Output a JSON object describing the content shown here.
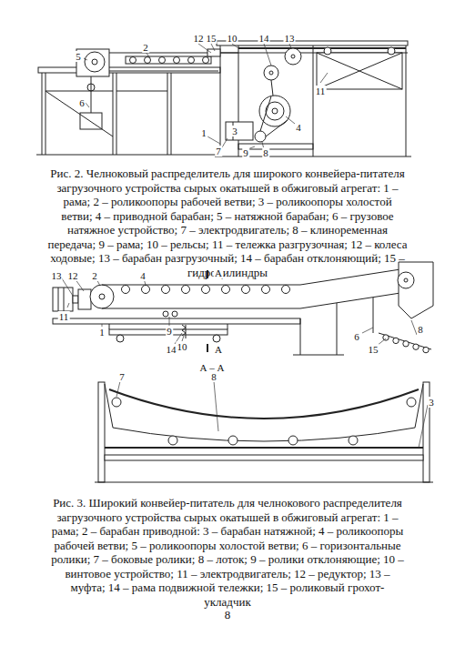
{
  "diagram": {
    "labels": [
      "12",
      "15",
      "10",
      "14",
      "13",
      "5",
      "2",
      "11",
      "6",
      "4",
      "1",
      "7",
      "3",
      "9",
      "8",
      "Рис. 2. Челноковый распределитель для широкого конвейера-питателя загрузочного устройства сырых окатышей в обжиговый агрегат: 1 – рама; 2 – роликоопоры рабочей ветви; 3 – роликоопоры холостой ветви; 4 – приводной барабан; 5 – натяжной барабан; 6 – грузовое натяжное устройство; 7 – электродвигатель; 8 – клиноременная передача; 9 – рама; 10 – рельсы; 11 – тележка разгрузочная; 12 – колеса ходовые; 13 – барабан разгрузочный; 14 – барабан отклоняющий; 15 – гидроцилиндры",
      "13",
      "12",
      "2",
      "4",
      "А",
      "11",
      "1",
      "9",
      "10",
      "14",
      "А",
      "6",
      "15",
      "8",
      "А – А",
      "7",
      "8",
      "3",
      "Рис. 3. Широкий конвейер-питатель для челнокового распределителя загрузочного устройства сырых окатышей в обжиговый агрегат: 1 – рама; 2 – барабан приводной: 3 – барабан натяжной; 4 – роликоопоры рабочей ветви; 5 – роликоопоры холостой ветви; 6 – горизонтальные ролики; 7 – боковые ролики; 8 – лоток; 9 – ролики отклоняющие; 10 – винтовое устройство; 11 – электродвигатель; 12 – редуктор; 13 – муфта; 14 – рама подвижной тележки; 15 – роликовый грохот-укладчик",
      "8"
    ]
  }
}
